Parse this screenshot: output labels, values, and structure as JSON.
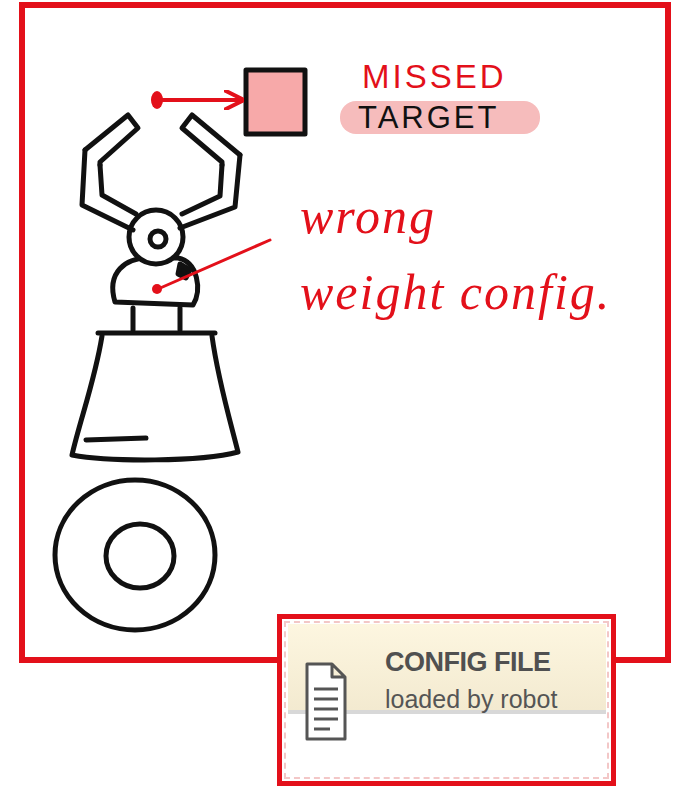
{
  "diagram": {
    "nodes": [
      {
        "text": [
          "CONFIG FILE",
          "loaded by robot"
        ]
      }
    ],
    "labels": [
      "MISSED",
      "TARGET",
      "wrong weight config."
    ]
  }
}
